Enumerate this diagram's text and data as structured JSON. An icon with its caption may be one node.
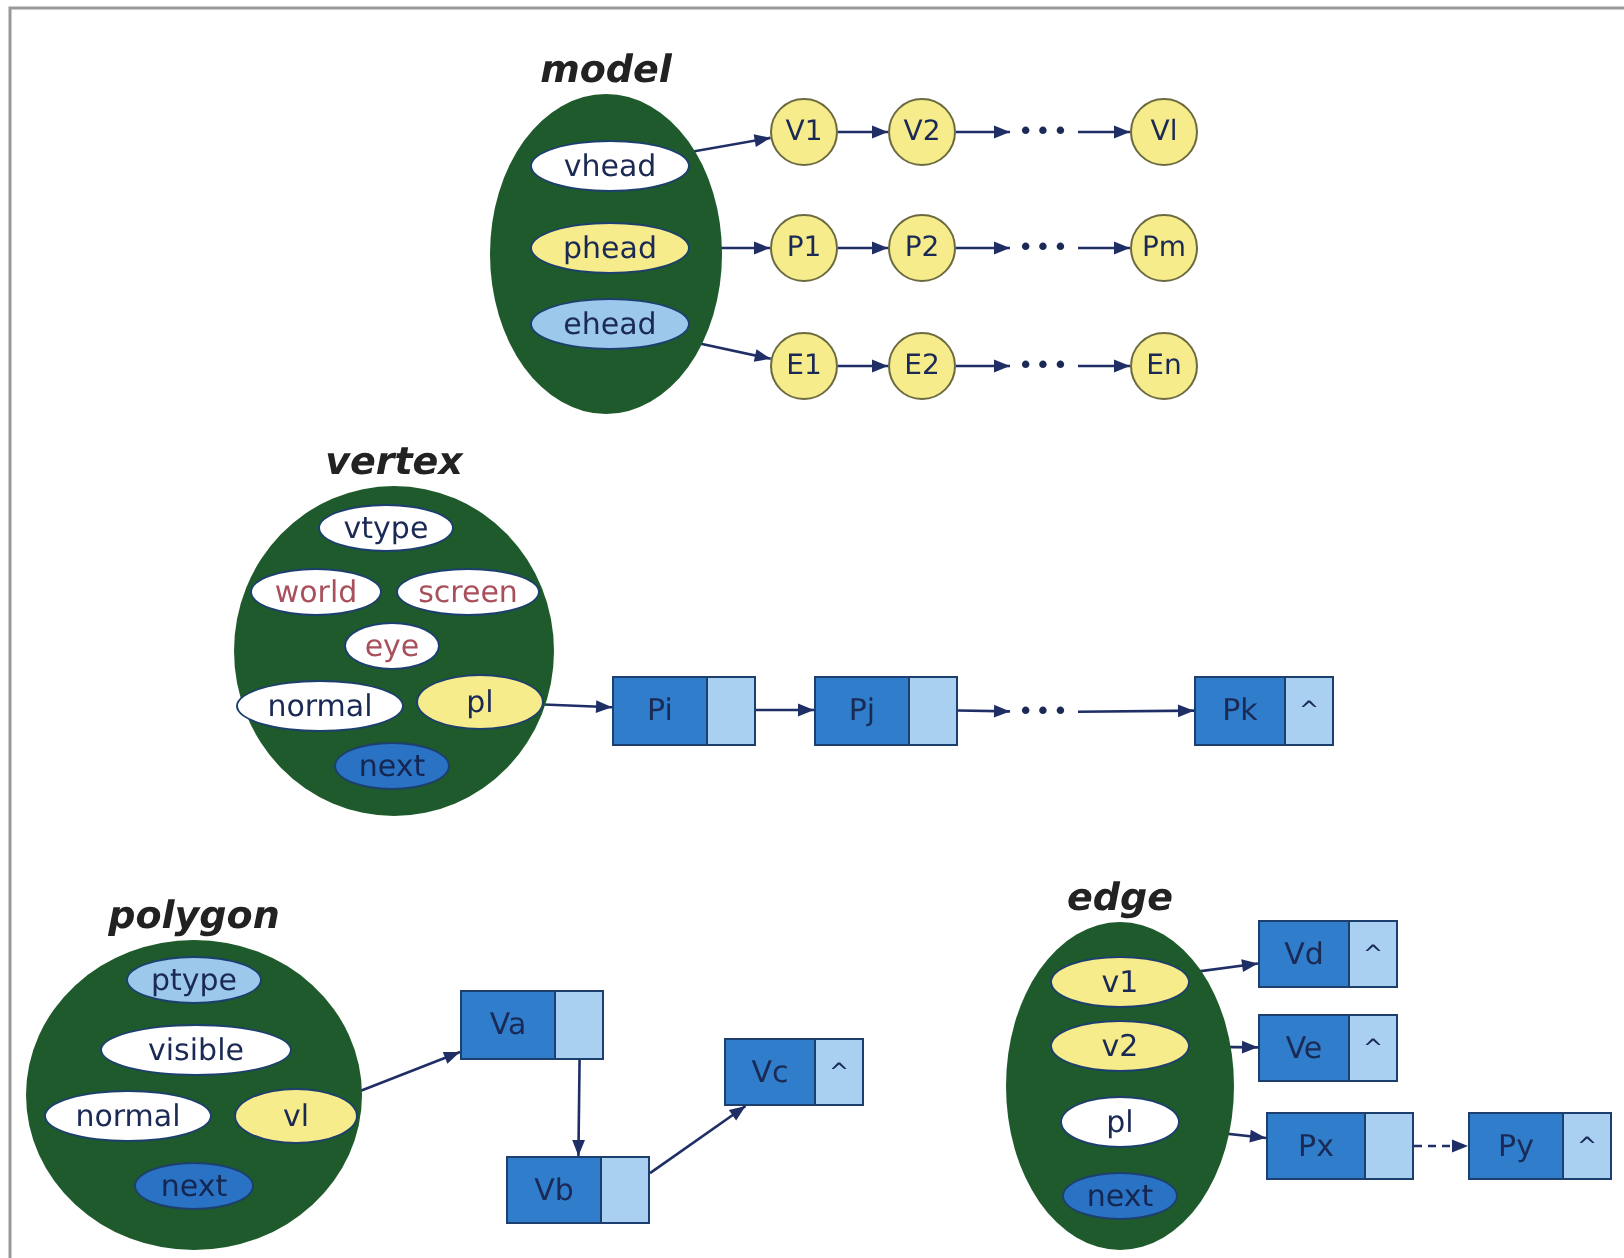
{
  "diagram": {
    "nodes": [
      {
        "text": [
          "model"
        ]
      },
      {
        "text": [
          "vhead"
        ],
        "in": 0
      },
      {
        "text": [
          "phead"
        ],
        "in": 0
      },
      {
        "text": [
          "ehead"
        ],
        "in": 0
      },
      {
        "text": [
          "V1"
        ]
      },
      {
        "text": [
          "V2"
        ]
      },
      {
        "text": [
          "•••"
        ]
      },
      {
        "text": [
          "Vl"
        ]
      },
      {
        "text": [
          "P1"
        ]
      },
      {
        "text": [
          "P2"
        ]
      },
      {
        "text": [
          "•••"
        ]
      },
      {
        "text": [
          "Pm"
        ]
      },
      {
        "text": [
          "E1"
        ]
      },
      {
        "text": [
          "E2"
        ]
      },
      {
        "text": [
          "•••"
        ]
      },
      {
        "text": [
          "En"
        ]
      },
      {
        "text": [
          "vertex"
        ]
      },
      {
        "text": [
          "vtype"
        ],
        "in": 16
      },
      {
        "text": [
          "world"
        ],
        "in": 16
      },
      {
        "text": [
          "screen"
        ],
        "in": 16
      },
      {
        "text": [
          "eye"
        ],
        "in": 16
      },
      {
        "text": [
          "normal"
        ],
        "in": 16
      },
      {
        "text": [
          "pl"
        ],
        "in": 16
      },
      {
        "text": [
          "next"
        ],
        "in": 16
      },
      {
        "text": [
          "Pi"
        ]
      },
      {
        "text": [
          "Pj"
        ]
      },
      {
        "text": [
          "•••"
        ]
      },
      {
        "text": [
          "Pk",
          "^"
        ]
      },
      {
        "text": [
          "polygon"
        ]
      },
      {
        "text": [
          "ptype"
        ],
        "in": 28
      },
      {
        "text": [
          "visible"
        ],
        "in": 28
      },
      {
        "text": [
          "normal"
        ],
        "in": 28
      },
      {
        "text": [
          "vl"
        ],
        "in": 28
      },
      {
        "text": [
          "next"
        ],
        "in": 28
      },
      {
        "text": [
          "Va"
        ]
      },
      {
        "text": [
          "Vb"
        ]
      },
      {
        "text": [
          "Vc",
          "^"
        ]
      },
      {
        "text": [
          "edge"
        ]
      },
      {
        "text": [
          "v1"
        ],
        "in": 37
      },
      {
        "text": [
          "v2"
        ],
        "in": 37
      },
      {
        "text": [
          "pl"
        ],
        "in": 37
      },
      {
        "text": [
          "next"
        ],
        "in": 37
      },
      {
        "text": [
          "Vd",
          "^"
        ]
      },
      {
        "text": [
          "Ve",
          "^"
        ]
      },
      {
        "text": [
          "Px"
        ]
      },
      {
        "text": [
          "Py",
          "^"
        ]
      }
    ],
    "edges": [
      {
        "from": 1,
        "to": 4,
        "arrow": "to"
      },
      {
        "from": 4,
        "to": 5,
        "arrow": "to"
      },
      {
        "from": 5,
        "to": 6,
        "arrow": "to"
      },
      {
        "from": 6,
        "to": 7,
        "arrow": "to"
      },
      {
        "from": 2,
        "to": 8,
        "arrow": "to"
      },
      {
        "from": 8,
        "to": 9,
        "arrow": "to"
      },
      {
        "from": 9,
        "to": 10,
        "arrow": "to"
      },
      {
        "from": 10,
        "to": 11,
        "arrow": "to"
      },
      {
        "from": 3,
        "to": 12,
        "arrow": "to"
      },
      {
        "from": 12,
        "to": 13,
        "arrow": "to"
      },
      {
        "from": 13,
        "to": 14,
        "arrow": "to"
      },
      {
        "from": 14,
        "to": 15,
        "arrow": "to"
      },
      {
        "from": 22,
        "to": 24,
        "arrow": "to"
      },
      {
        "from": 24,
        "to": 25,
        "arrow": "to"
      },
      {
        "from": 25,
        "to": 26,
        "arrow": "to"
      },
      {
        "from": 26,
        "to": 27,
        "arrow": "to"
      },
      {
        "from": 32,
        "to": 34,
        "arrow": "to"
      },
      {
        "from": 34,
        "to": 35,
        "arrow": "to"
      },
      {
        "from": 35,
        "to": 36,
        "arrow": "to"
      },
      {
        "from": 38,
        "to": 42,
        "arrow": "to"
      },
      {
        "from": 39,
        "to": 43,
        "arrow": "to"
      },
      {
        "from": 40,
        "to": 44,
        "arrow": "to"
      },
      {
        "from": 44,
        "to": 45,
        "arrow": "to",
        "style": "dashed"
      }
    ]
  }
}
